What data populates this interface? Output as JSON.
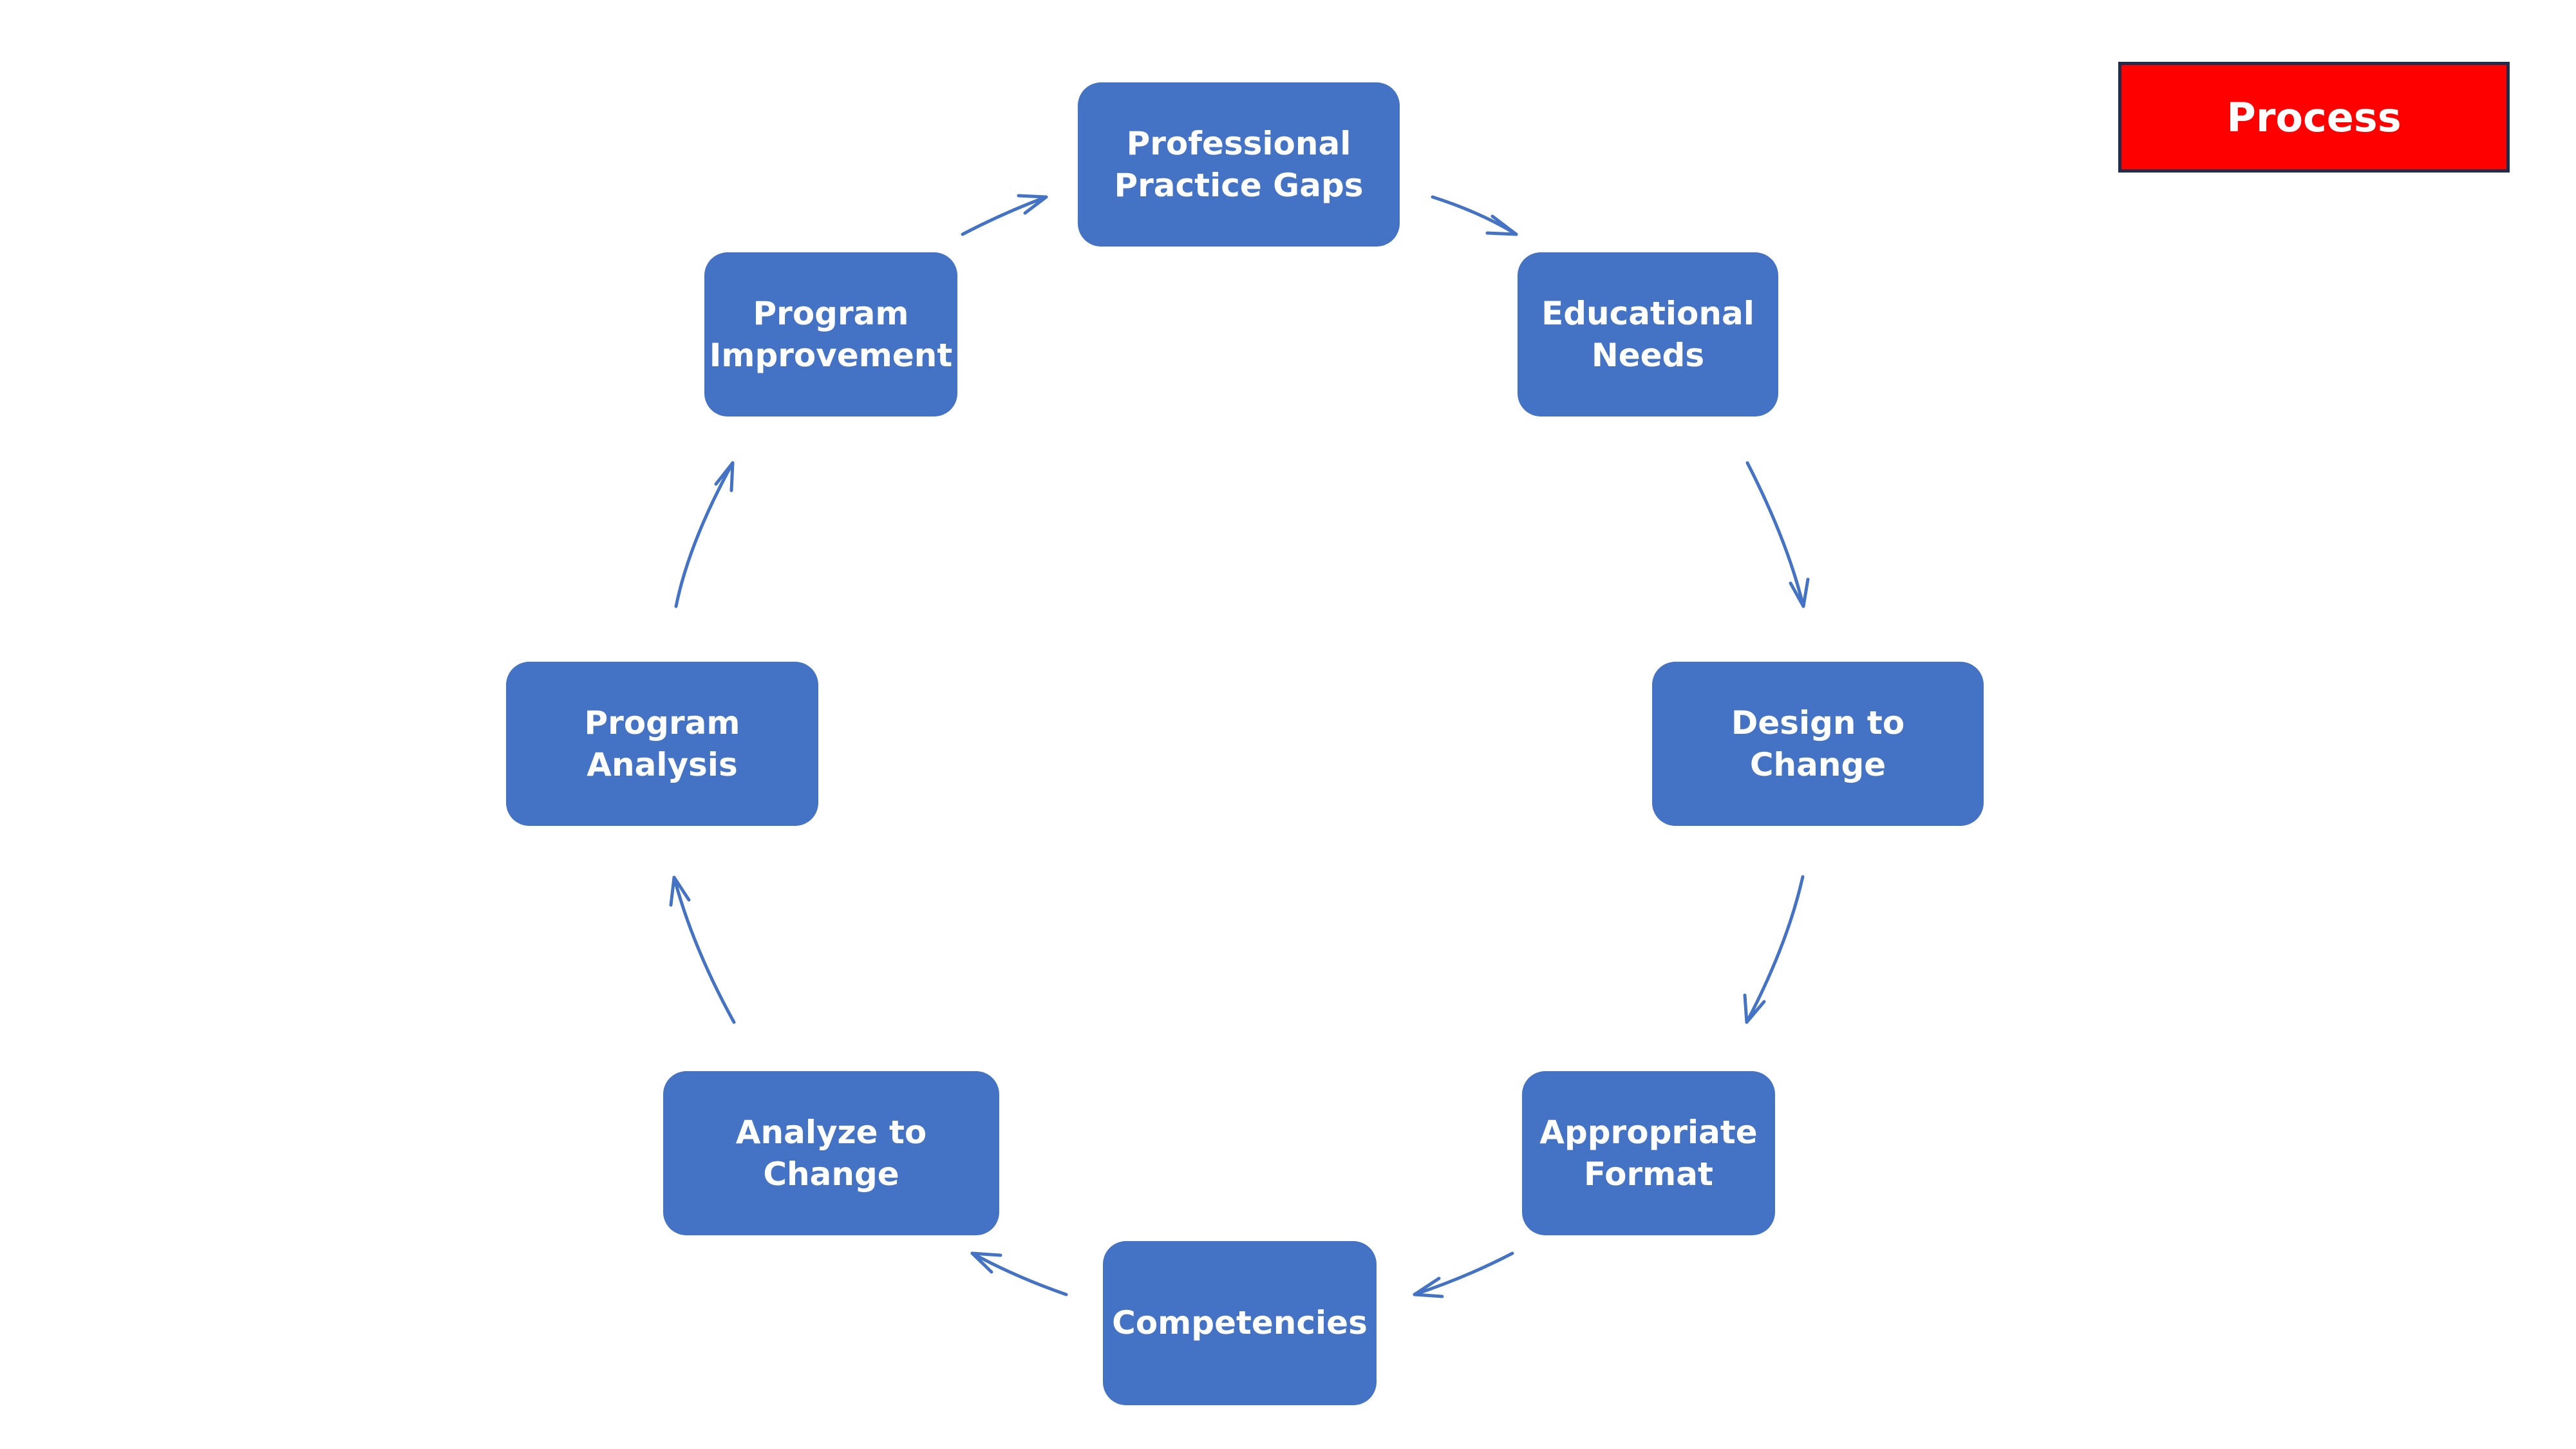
{
  "badge": {
    "label": "Process",
    "color": "#ff0000"
  },
  "colors": {
    "node_fill": "#4472c4",
    "arrow": "#4472c4",
    "text": "#ffffff"
  },
  "cycle": [
    {
      "id": "professional-practice-gaps",
      "label": "Professional\nPractice Gaps"
    },
    {
      "id": "educational-needs",
      "label": "Educational\nNeeds"
    },
    {
      "id": "design-to-change",
      "label": "Design to Change"
    },
    {
      "id": "appropriate-format",
      "label": "Appropriate\nFormat"
    },
    {
      "id": "competencies",
      "label": "Competencies"
    },
    {
      "id": "analyze-to-change",
      "label": "Analyze to Change"
    },
    {
      "id": "program-analysis",
      "label": "Program Analysis"
    },
    {
      "id": "program-improvement",
      "label": "Program\nImprovement"
    }
  ]
}
